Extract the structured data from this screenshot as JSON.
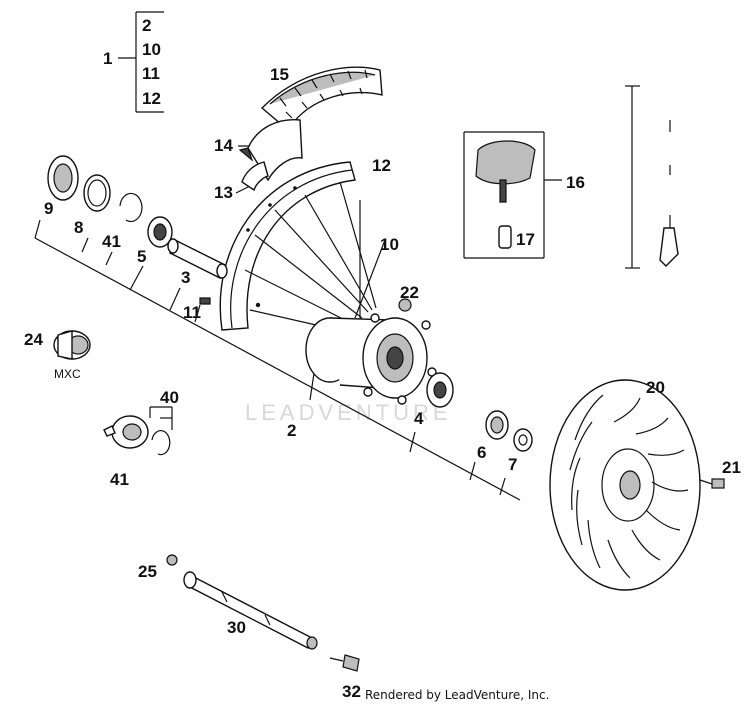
{
  "diagram": {
    "group_label": "1",
    "group_items": [
      "2",
      "10",
      "11",
      "12"
    ],
    "callouts": {
      "c2": "2",
      "c3": "3",
      "c4": "4",
      "c5": "5",
      "c6": "6",
      "c7": "7",
      "c8": "8",
      "c9": "9",
      "c10": "10",
      "c11": "11",
      "c12": "12",
      "c13": "13",
      "c14": "14",
      "c15": "15",
      "c16": "16",
      "c17": "17",
      "c20": "20",
      "c21": "21",
      "c22": "22",
      "c24": "24",
      "c25": "25",
      "c30": "30",
      "c32": "32",
      "c40": "40",
      "c41a": "41",
      "c41b": "41"
    },
    "variant_note": "MXC",
    "watermark": "LEADVENTURE",
    "credit": "Rendered by LeadVenture, Inc."
  }
}
